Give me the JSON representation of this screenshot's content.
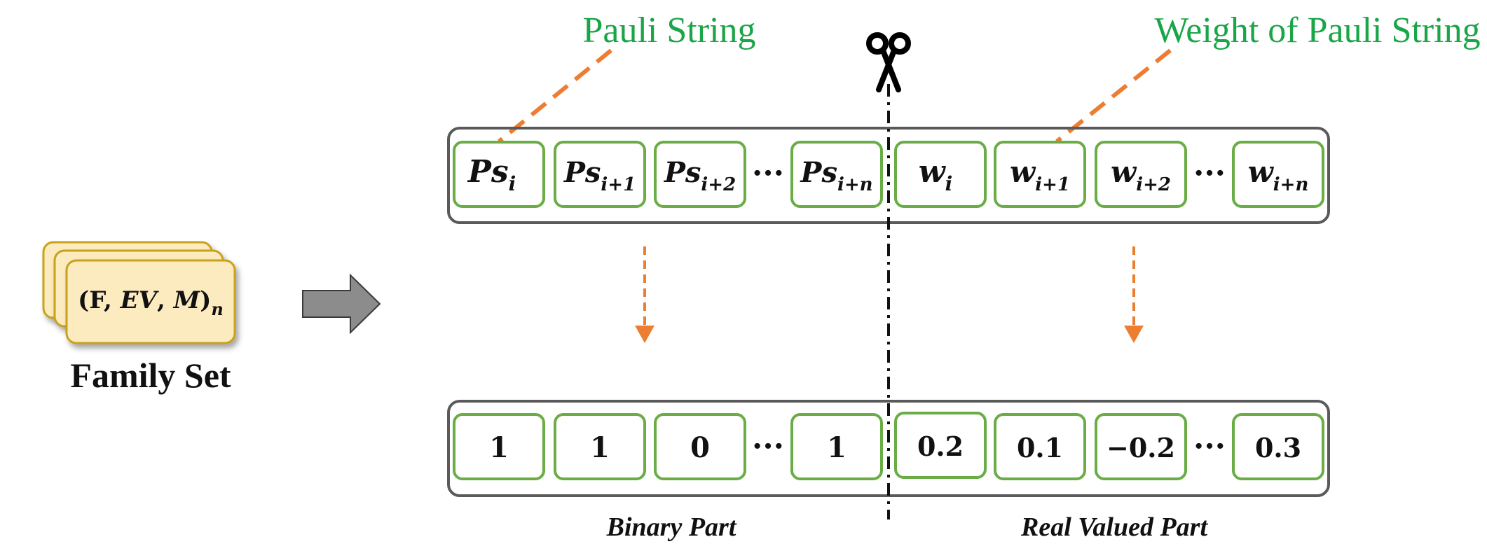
{
  "colors": {
    "green_text": "#1aa548",
    "cell_border": "#6aac46",
    "row_border": "#5a5a5a",
    "dash_orange": "#ed7d31",
    "card_fill": "#fdebc0",
    "card_border": "#c9a21a",
    "arrow_fill": "#8c8c8c"
  },
  "icons": [
    "scissors-icon",
    "right-arrow-icon"
  ],
  "family_set": {
    "formula": {
      "open": "(F, ",
      "ev": "EV",
      "comma": ", ",
      "m": "M",
      "close": ")",
      "sub": "n"
    },
    "label": "Family Set"
  },
  "labels": {
    "pauli_string": "Pauli String",
    "weight": "Weight of Pauli String",
    "binary_part": "Binary Part",
    "real_part": "Real Valued Part",
    "ellipsis": "···"
  },
  "top_row": {
    "pauli_cells": [
      {
        "base": "Ps",
        "sub": "i"
      },
      {
        "base": "Ps",
        "sub": "i+1"
      },
      {
        "base": "Ps",
        "sub": "i+2"
      },
      {
        "base": "Ps",
        "sub": "i+n"
      }
    ],
    "weight_cells": [
      {
        "base": "w",
        "sub": "i"
      },
      {
        "base": "w",
        "sub": "i+1"
      },
      {
        "base": "w",
        "sub": "i+2"
      },
      {
        "base": "w",
        "sub": "i+n"
      }
    ]
  },
  "bottom_row": {
    "binary_values": [
      "1",
      "1",
      "0",
      "1"
    ],
    "real_values": [
      "0.2",
      "0.1",
      "−0.2",
      "0.3"
    ]
  }
}
